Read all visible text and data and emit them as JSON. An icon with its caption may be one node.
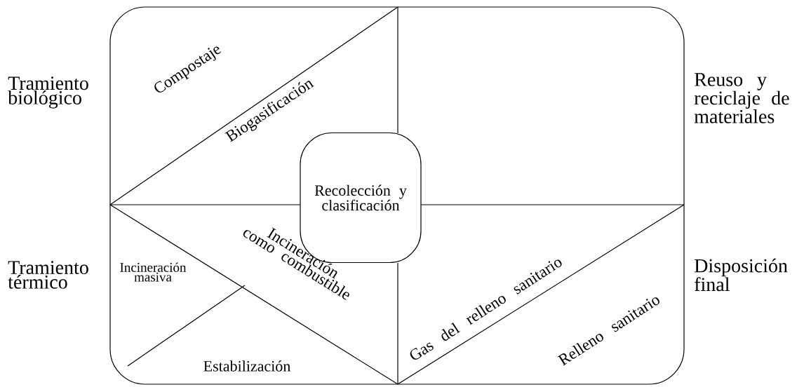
{
  "diagram": {
    "nodes": [
      {
        "text": [],
        "shape": "box"
      },
      {
        "text": [
          "Recolección y clasificación"
        ],
        "in": 0
      }
    ],
    "labels": [
      "Tramiento biológico",
      "Compostaje",
      "Biogasificación",
      "Reuso y reciclaje de materiales",
      "Incineración como combustible",
      "Gas del relleno sanitario",
      "Tramiento térmico",
      "Incineración masiva",
      "Relleno sanitario",
      "Disposición final",
      "Estabilización"
    ]
  }
}
